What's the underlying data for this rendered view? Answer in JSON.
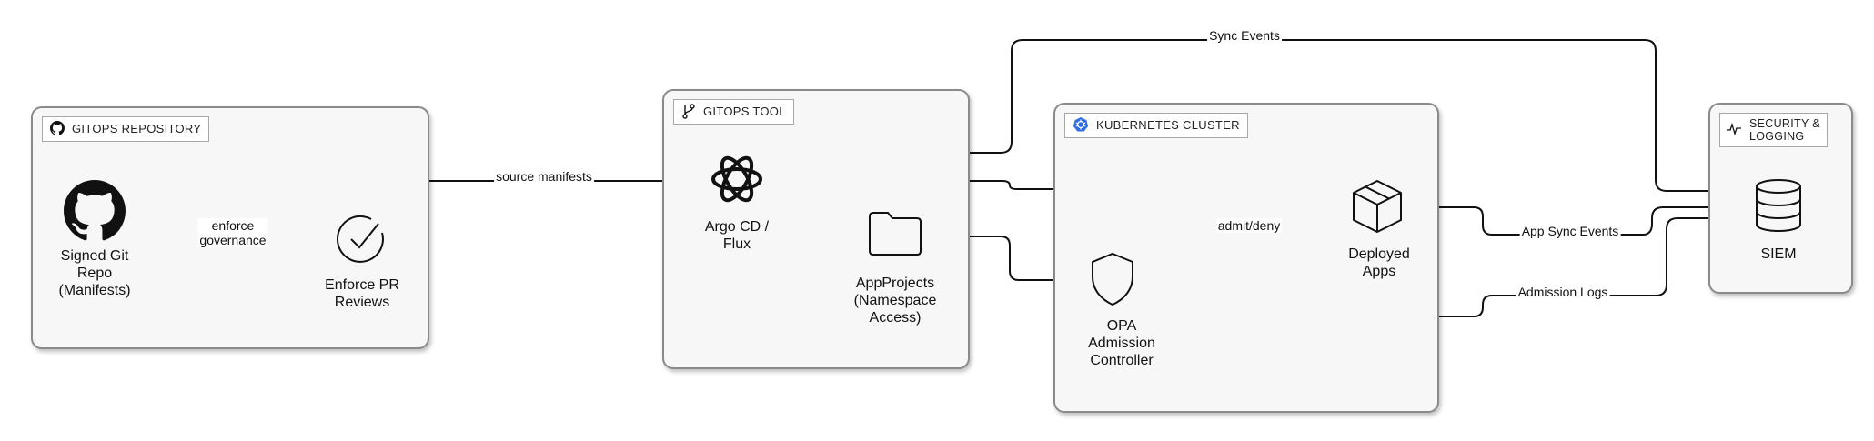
{
  "groups": {
    "repo": {
      "title": "GITOPS REPOSITORY",
      "icon": "github-icon"
    },
    "tool": {
      "title": "GITOPS TOOL",
      "icon": "git-branch-icon"
    },
    "cluster": {
      "title": "KUBERNETES CLUSTER",
      "icon": "kubernetes-icon"
    },
    "security": {
      "title": "SECURITY & LOGGING",
      "icon": "activity-icon"
    }
  },
  "nodes": {
    "git_repo": {
      "label": "Signed Git\nRepo\n(Manifests)",
      "icon": "github-icon"
    },
    "enforce_pr": {
      "label": "Enforce PR\nReviews",
      "icon": "check-circle-icon"
    },
    "argo": {
      "label": "Argo CD /\nFlux",
      "icon": "argo-logo-icon"
    },
    "appprojects": {
      "label": "AppProjects\n(Namespace\nAccess)",
      "icon": "folder-icon"
    },
    "opa": {
      "label": "OPA\nAdmission\nController",
      "icon": "shield-icon"
    },
    "deployed_apps": {
      "label": "Deployed\nApps",
      "icon": "package-icon"
    },
    "siem": {
      "label": "SIEM",
      "icon": "database-icon"
    }
  },
  "edges": {
    "enforce_governance": "enforce\ngovernance",
    "source_manifests": "source manifests",
    "sync_events": "Sync Events",
    "admit_deny": "admit/deny",
    "app_sync_events": "App Sync Events",
    "admission_logs": "Admission Logs"
  },
  "colors": {
    "line": "#111111",
    "box_border": "#8a8a8a",
    "box_fill": "#f7f7f7",
    "kubernetes_blue": "#326ce5"
  }
}
